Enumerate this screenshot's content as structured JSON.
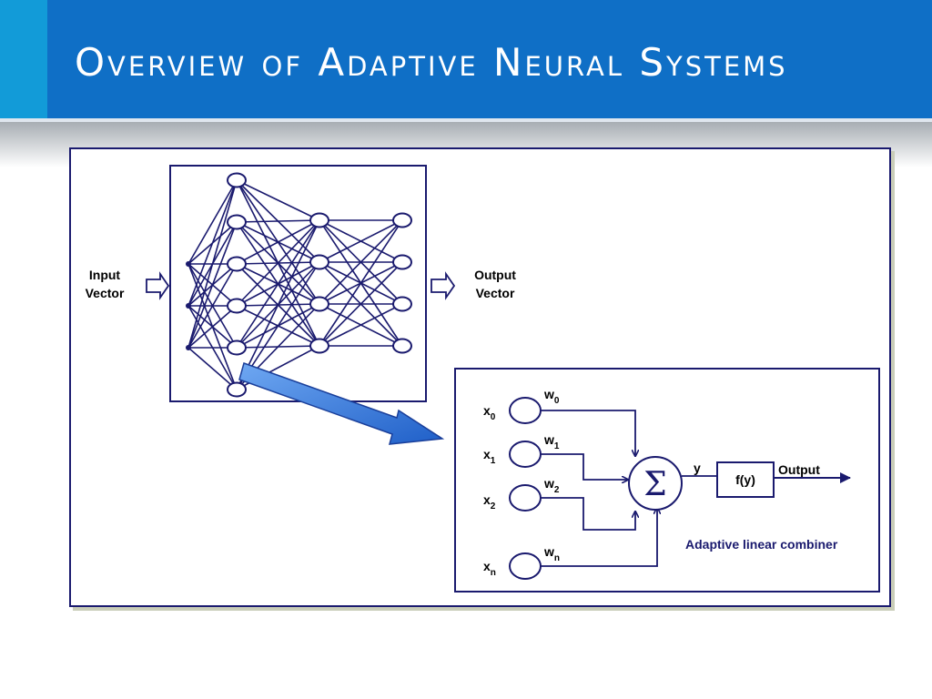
{
  "slide": {
    "title": "Overview of Adaptive Neural Systems"
  },
  "network": {
    "input_label": [
      "Input",
      "Vector"
    ],
    "output_label": [
      "Output",
      "Vector"
    ],
    "input_count": 3,
    "layer_sizes": [
      6,
      4,
      4
    ]
  },
  "combiner": {
    "inputs": [
      {
        "x": "x",
        "x_sub": "0",
        "w": "w",
        "w_sub": "0"
      },
      {
        "x": "x",
        "x_sub": "1",
        "w": "w",
        "w_sub": "1"
      },
      {
        "x": "x",
        "x_sub": "2",
        "w": "w",
        "w_sub": "2"
      },
      {
        "x": "x",
        "x_sub": "n",
        "w": "w",
        "w_sub": "n"
      }
    ],
    "sum_symbol": "Σ",
    "y_label": "y",
    "activation_label": "f(y)",
    "output_label": "Output",
    "caption": "Adaptive linear combiner"
  },
  "colors": {
    "header": "#0f6fc6",
    "header_accent": "#129bd8",
    "line": "#1a1a6e",
    "big_arrow": "#2b6fd6"
  }
}
